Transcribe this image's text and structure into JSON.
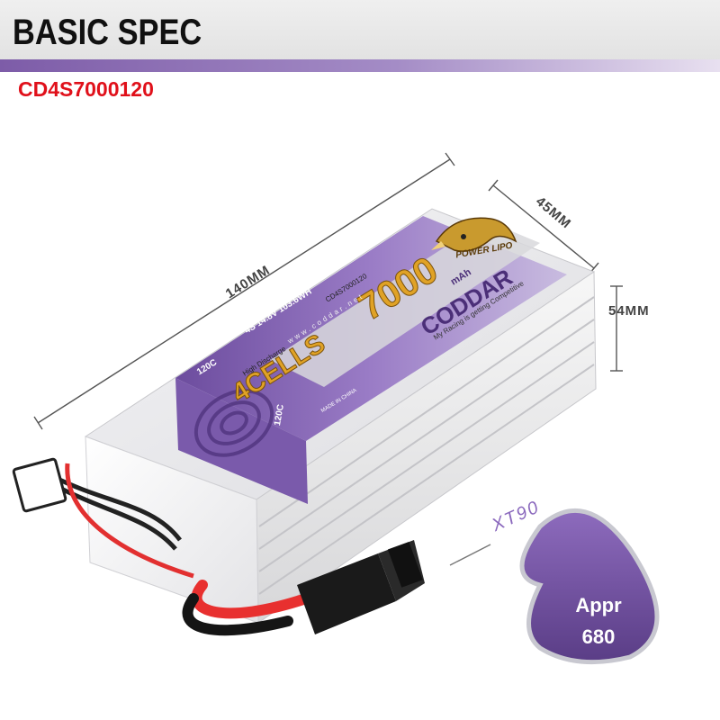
{
  "header": {
    "title": "BASIC SPEC"
  },
  "model_code": "CD4S7000120",
  "dimensions": {
    "length": "140MM",
    "width": "45MM",
    "height": "54MM"
  },
  "connector": "XT90",
  "weight_badge": {
    "line1": "Appr",
    "line2": "680"
  },
  "battery_label": {
    "brand": "CODDAR",
    "tagline": "My Racing is getting Competitive",
    "power": "POWER LIPO",
    "capacity": "7000",
    "capacity_unit": "mAh",
    "cells": "4CELLS",
    "high_discharge": "High Discharge",
    "spec_line": "4S 14.8V 103.6WH",
    "code_small": "CD4S7000120",
    "website": "www.coddar.net",
    "rate": "120C",
    "made_in": "MADE IN CHINA"
  },
  "colors": {
    "accent_purple": "#8a68bd",
    "model_red": "#e0101a",
    "badge_purple": "#6f4c9a"
  }
}
